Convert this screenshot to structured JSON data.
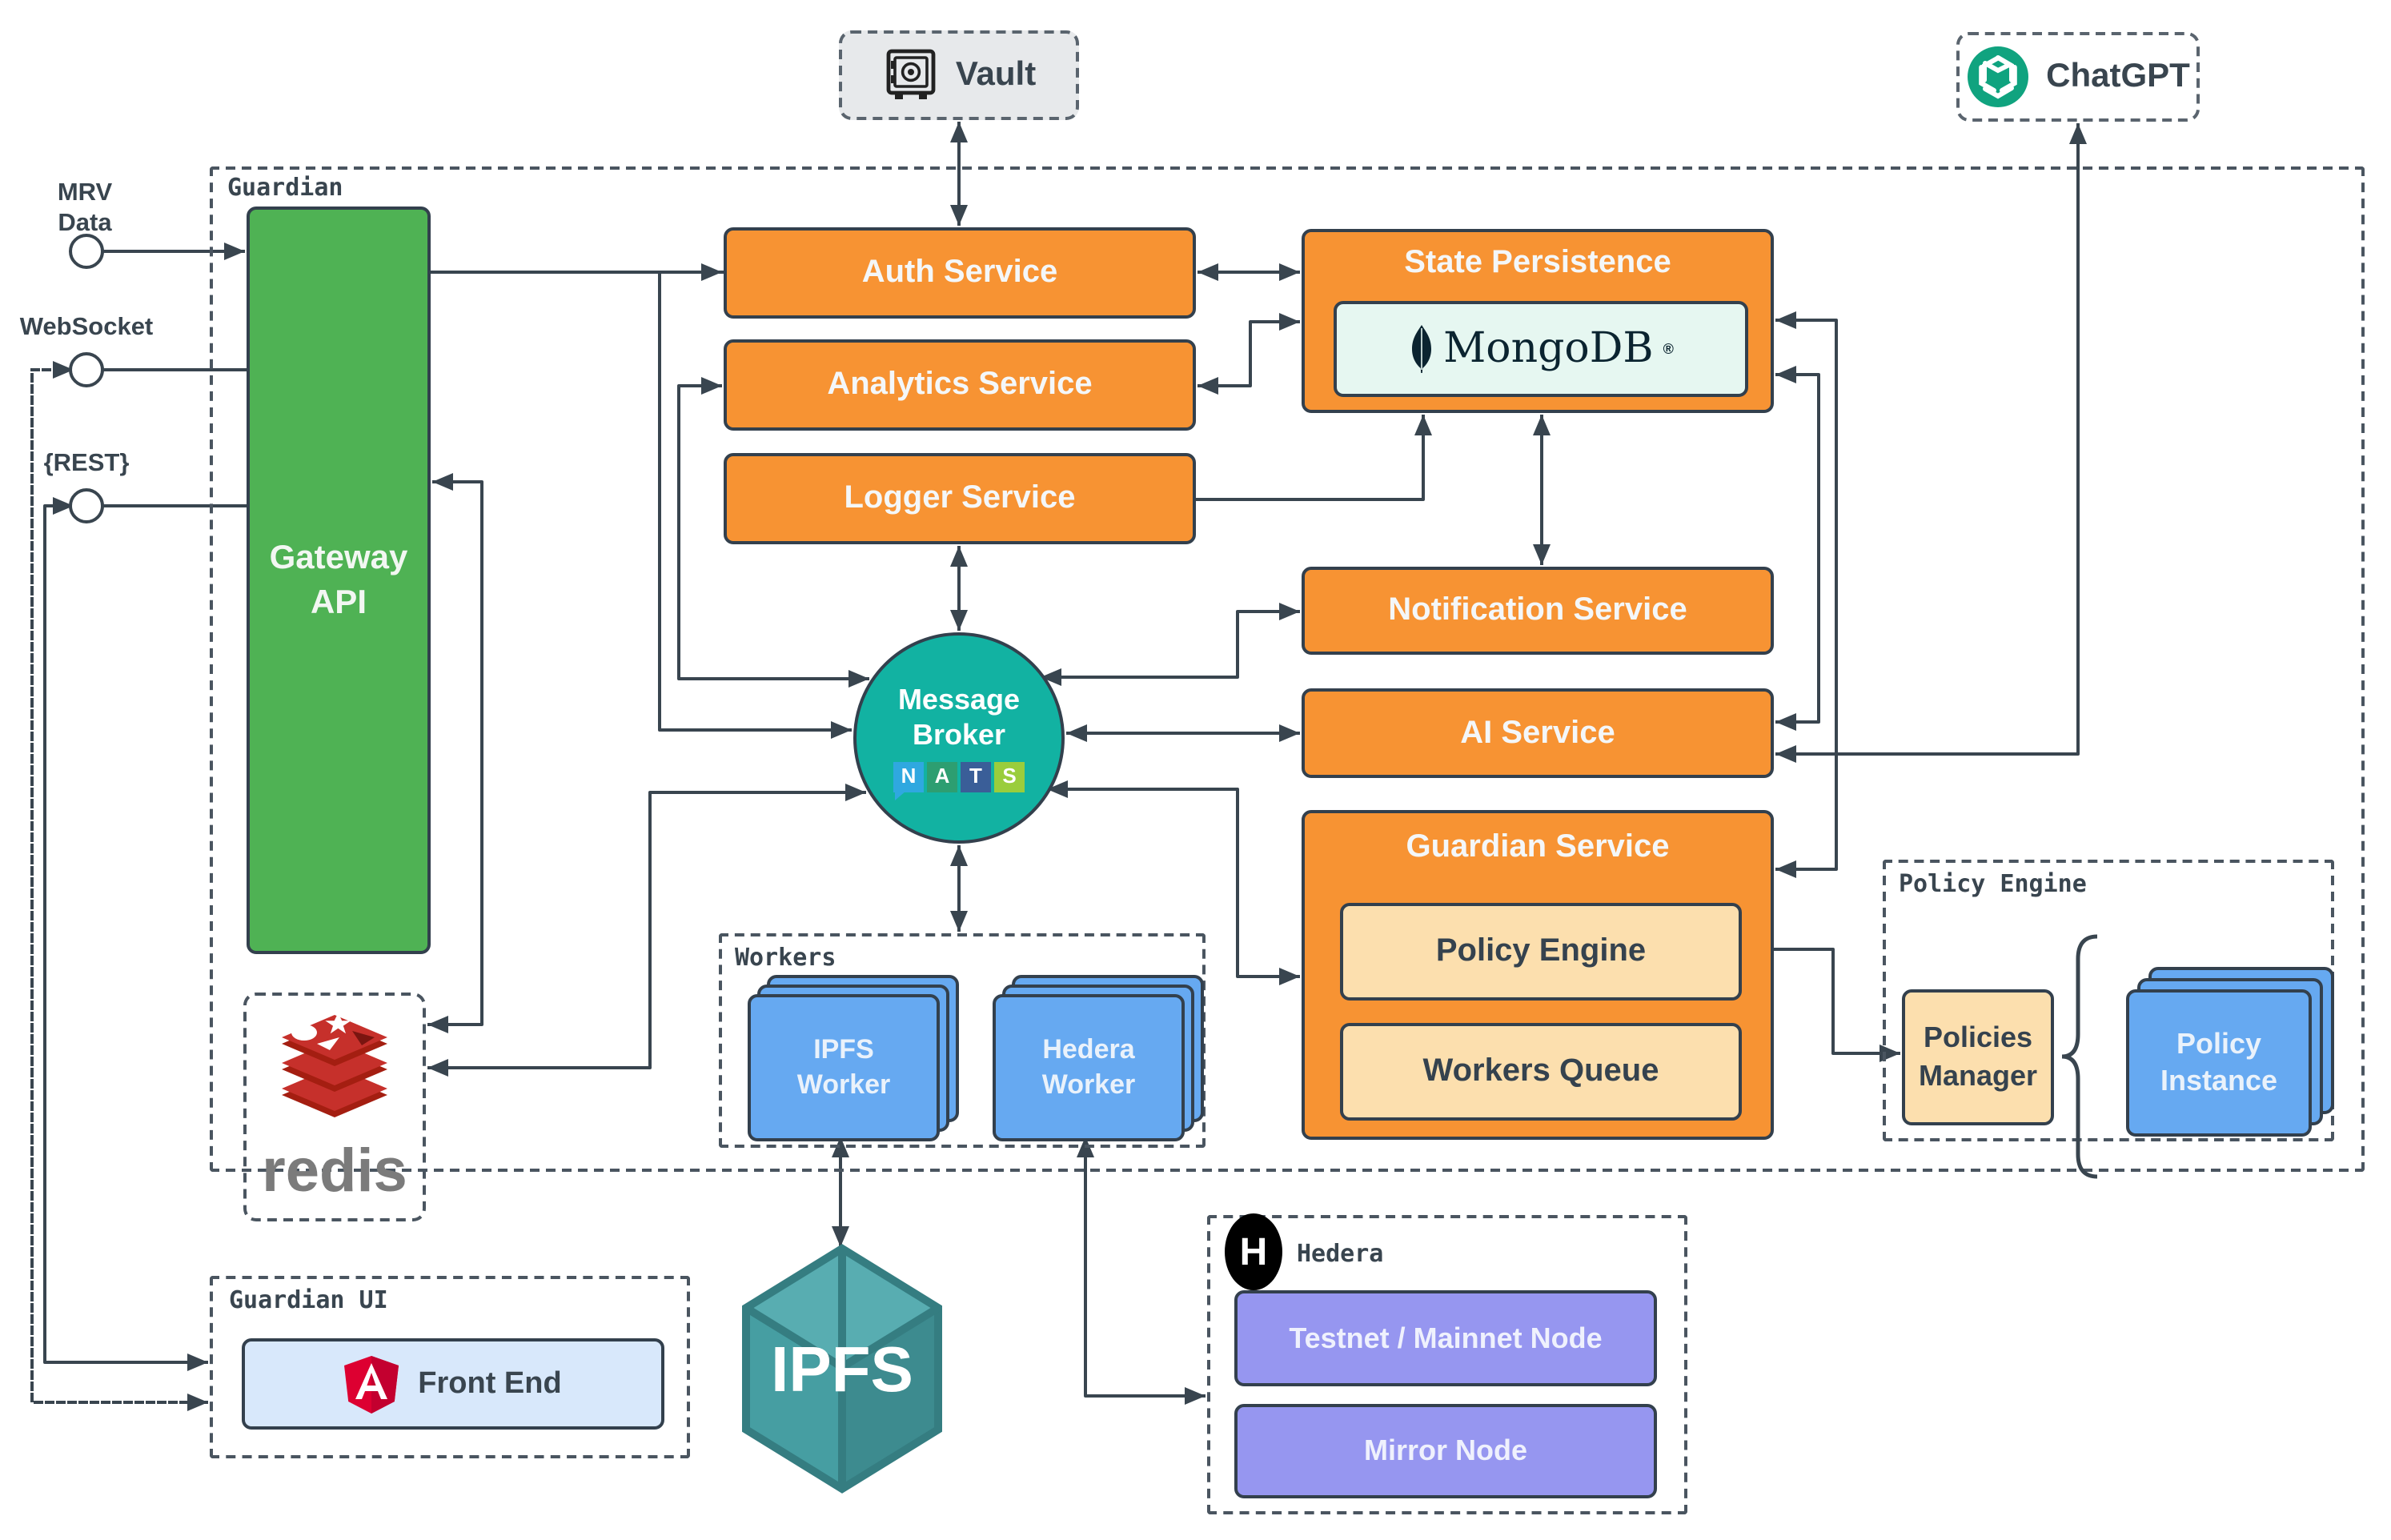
{
  "external": {
    "vault": "Vault",
    "chatgpt": "ChatGPT",
    "mrv_line1": "MRV",
    "mrv_line2": "Data",
    "websocket": "WebSocket",
    "rest": "{REST}"
  },
  "guardian": {
    "label": "Guardian",
    "gateway_line1": "Gateway",
    "gateway_line2": "API",
    "auth": "Auth Service",
    "analytics": "Analytics Service",
    "logger": "Logger Service",
    "state_persistence": "State Persistence",
    "mongodb": "MongoDB",
    "mongodb_reg": "®",
    "notification": "Notification Service",
    "ai": "AI Service",
    "guardian_service": "Guardian Service",
    "policy_engine_inner": "Policy Engine",
    "workers_queue": "Workers Queue",
    "broker_line1": "Message",
    "broker_line2": "Broker",
    "nats": [
      "N",
      "A",
      "T",
      "S"
    ],
    "redis": "redis"
  },
  "workers": {
    "label": "Workers",
    "ipfs_worker_line1": "IPFS",
    "ipfs_worker_line2": "Worker",
    "hedera_worker_line1": "Hedera",
    "hedera_worker_line2": "Worker"
  },
  "policy_engine_group": {
    "label": "Policy Engine",
    "policies_manager_line1": "Policies",
    "policies_manager_line2": "Manager",
    "policy_instance_line1": "Policy",
    "policy_instance_line2": "Instance"
  },
  "guardian_ui": {
    "label": "Guardian UI",
    "front_end": "Front End"
  },
  "hedera": {
    "label": "Hedera",
    "h": "H",
    "testnet": "Testnet / Mainnet Node",
    "mirror": "Mirror Node"
  },
  "ipfs": {
    "label": "IPFS"
  },
  "colors": {
    "orange": "#F79333",
    "green": "#4FB254",
    "teal": "#12B2A2",
    "blue": "#66A9F1",
    "purple": "#9696F0",
    "peach": "#FCDFAE",
    "mongo_mint": "#E6F7F1",
    "line": "#39454F",
    "openai_green": "#10A37F",
    "redis_red": "#C6302B",
    "angular_red": "#DD0031",
    "nats_n": "#2FA8E0",
    "nats_a": "#2D9E71",
    "nats_t": "#3A5E98",
    "nats_s": "#9ACD3C"
  }
}
